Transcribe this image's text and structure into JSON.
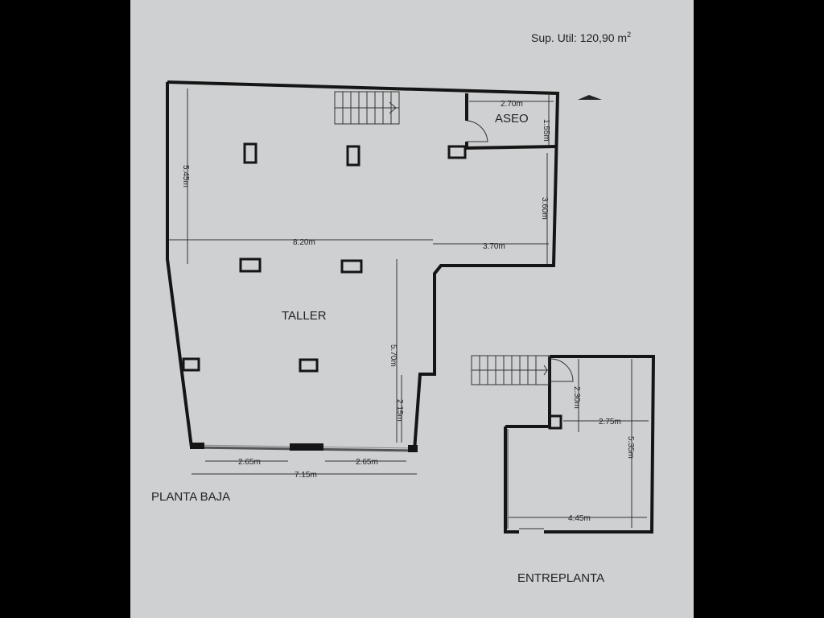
{
  "header": {
    "surface_label": "Sup. Util:",
    "surface_value": "120,90 m",
    "surface_unit_sup": "2"
  },
  "planta_baja": {
    "title": "PLANTA BAJA",
    "rooms": {
      "taller": "TALLER",
      "aseo": "ASEO"
    },
    "dimensions": {
      "aseo_width": "2.70m",
      "aseo_height": "1.55m",
      "left_height": "5.45m",
      "width_820": "8.20m",
      "width_370": "3.70m",
      "right_height": "3.60m",
      "inner_height": "5.70m",
      "lower_height": "2.15m",
      "door_left": "2.65m",
      "door_right": "2.65m",
      "total_bottom": "7.15m"
    }
  },
  "entreplanta": {
    "title": "ENTREPLANTA",
    "dimensions": {
      "height_230": "2.30m",
      "width_275": "2.75m",
      "height_535": "5.35m",
      "width_445": "4.45m"
    }
  }
}
